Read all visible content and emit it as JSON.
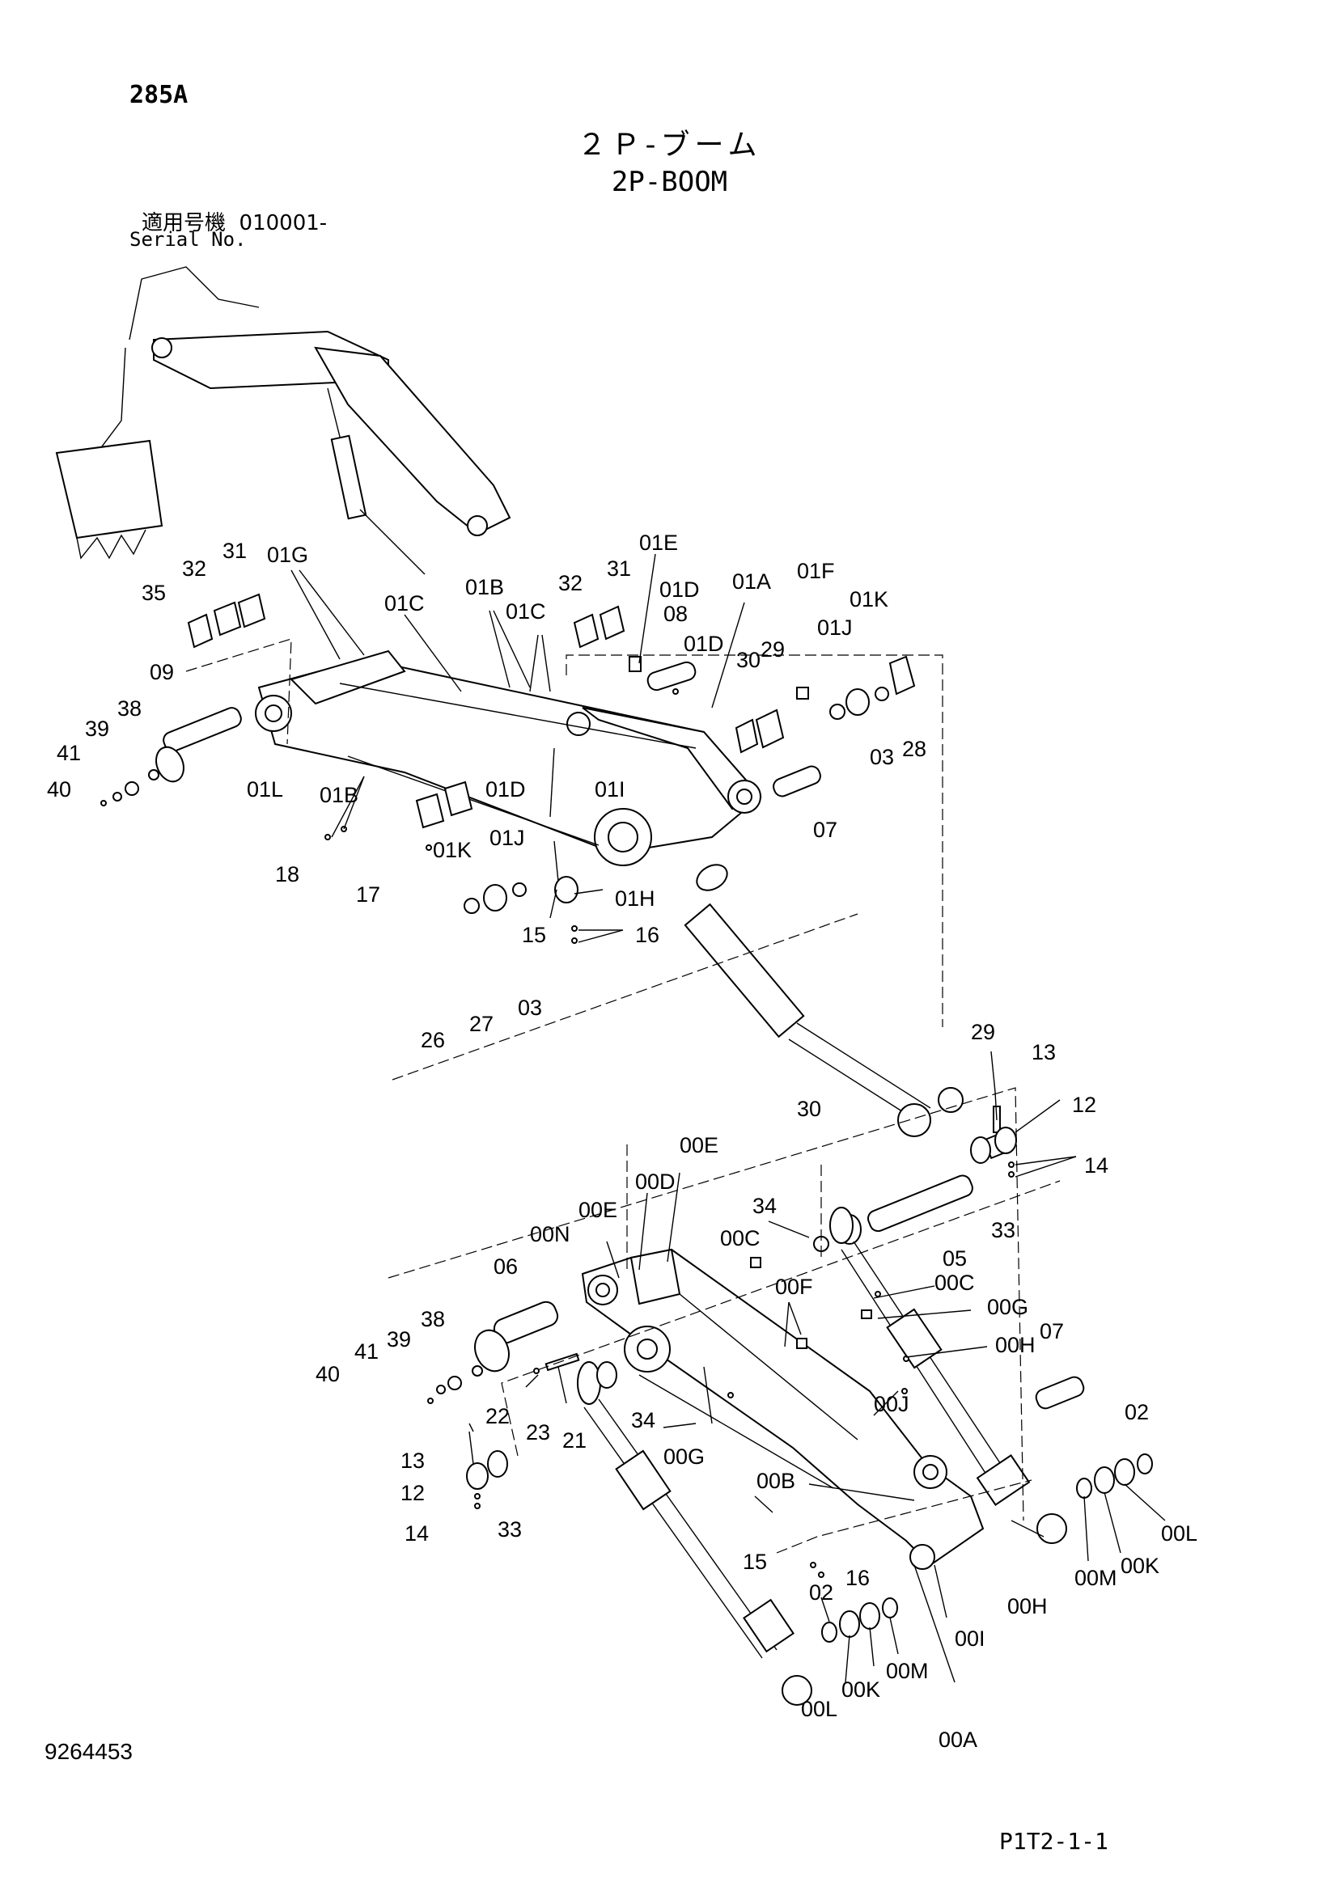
{
  "header": {
    "page_code": "285A",
    "title_jp": "２Ｐ-ブーム",
    "title_en": "2P-BOOM",
    "serial_label_jp": "適用号機",
    "serial_value": "010001-",
    "serial_label_en": "Serial No."
  },
  "footer": {
    "doc_number": "9264453",
    "page_ref": "P1T2-1-1"
  },
  "callouts": {
    "c01G": "01G",
    "c31a": "31",
    "c32a": "32",
    "c35": "35",
    "c01E": "01E",
    "c32b": "32",
    "c31b": "31",
    "c01C_a": "01C",
    "c01B_a": "01B",
    "c01C_b": "01C",
    "c01D_a": "01D",
    "c08": "08",
    "c01A": "01A",
    "c01F": "01F",
    "c01K_a": "01K",
    "c01J_a": "01J",
    "c01D_b": "01D",
    "c30a": "30",
    "c29a": "29",
    "c03a": "03",
    "c28": "28",
    "c09": "09",
    "c38a": "38",
    "c39a": "39",
    "c41a": "41",
    "c40a": "40",
    "c01L": "01L",
    "c01B_b": "01B",
    "c01D_c": "01D",
    "c01I": "01I",
    "c07a": "07",
    "c18": "18",
    "c17": "17",
    "c01K_b": "01K",
    "c01J_b": "01J",
    "c01H": "01H",
    "c15a": "15",
    "c16a": "16",
    "c26": "26",
    "c27": "27",
    "c03b": "03",
    "c29b": "29",
    "c13a": "13",
    "c30b": "30",
    "c12a": "12",
    "c14a": "14",
    "c00E_a": "00E",
    "c00D": "00D",
    "c34a": "34",
    "c00E_b": "00E",
    "c00N": "00N",
    "c00C_a": "00C",
    "c05": "05",
    "c33a": "33",
    "c06": "06",
    "c00F": "00F",
    "c00C_b": "00C",
    "c00G_a": "00G",
    "c38b": "38",
    "c39b": "39",
    "c41b": "41",
    "c40b": "40",
    "c00H_a": "00H",
    "c07b": "07",
    "c22": "22",
    "c23": "23",
    "c21": "21",
    "c34b": "34",
    "c00J": "00J",
    "c00G_b": "00G",
    "c02a": "02",
    "c13b": "13",
    "c12b": "12",
    "c00B": "00B",
    "c14b": "14",
    "c33b": "33",
    "c15b": "15",
    "c16b": "16",
    "c02b": "02",
    "c00L_a": "00L",
    "c00K_a": "00K",
    "c00M_a": "00M",
    "c00H_b": "00H",
    "c00I": "00I",
    "c00M_b": "00M",
    "c00K_b": "00K",
    "c00L_b": "00L",
    "c00A": "00A"
  }
}
